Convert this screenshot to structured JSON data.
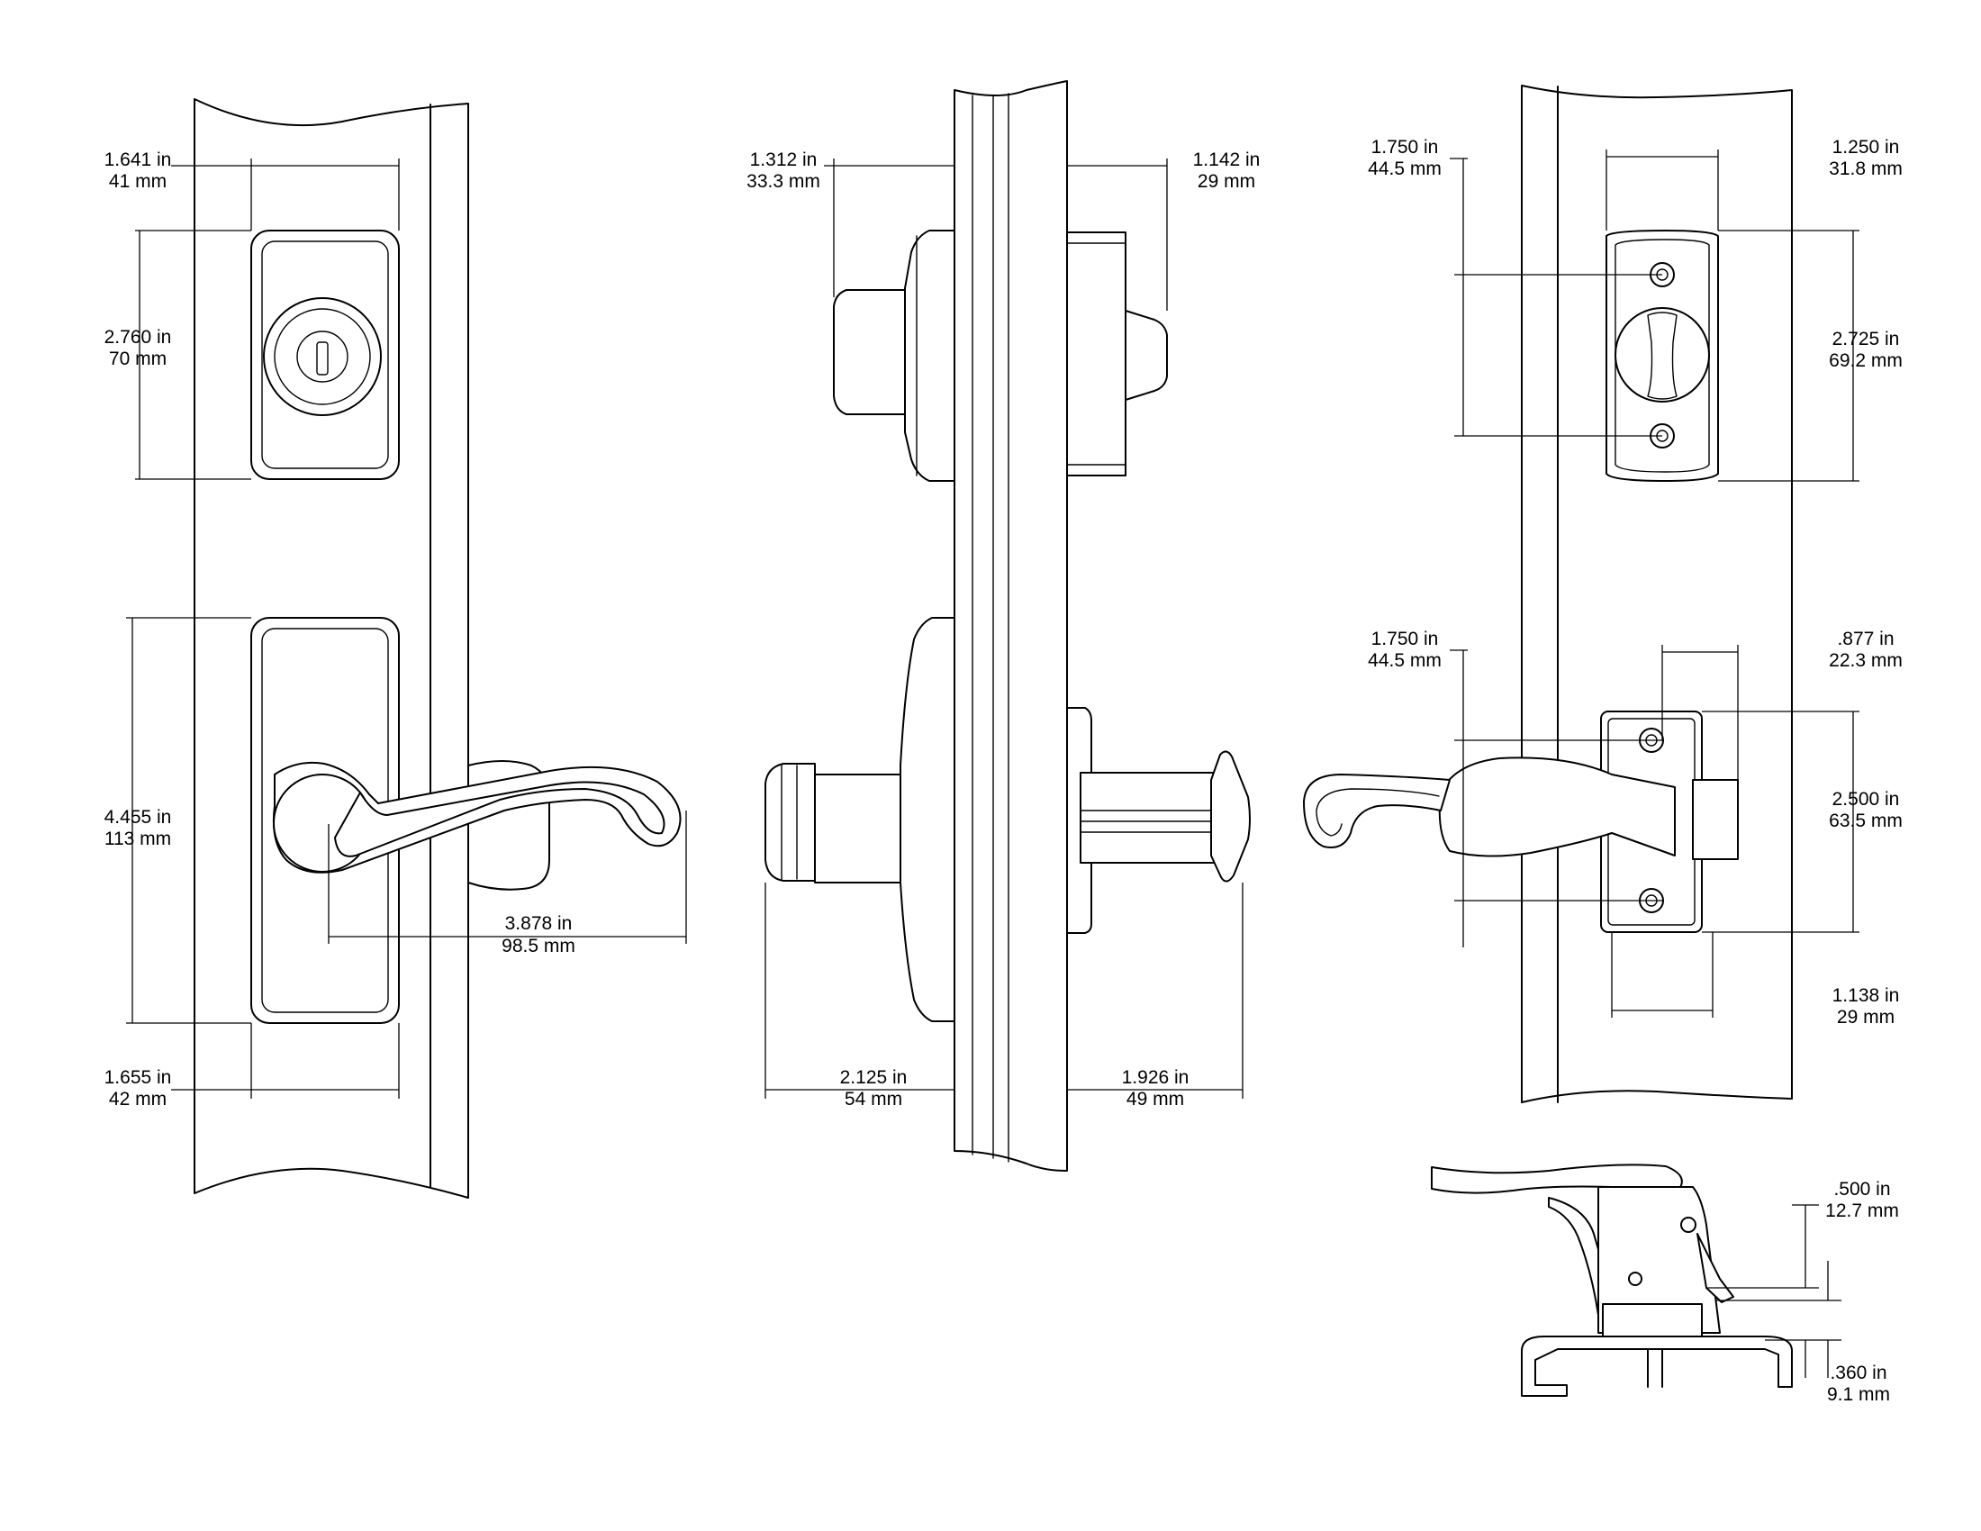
{
  "colors": {
    "line": "#000000",
    "background": "#ffffff"
  },
  "dimensions": {
    "front_plate_width_top": {
      "in": "1.641 in",
      "mm": "41 mm"
    },
    "front_plate_height_top": {
      "in": "2.760 in",
      "mm": "70 mm"
    },
    "front_plate_height_bottom": {
      "in": "4.455 in",
      "mm": "113 mm"
    },
    "front_lever_length": {
      "in": "3.878 in",
      "mm": "98.5 mm"
    },
    "front_plate_width_bottom": {
      "in": "1.655 in",
      "mm": "42 mm"
    },
    "side_exterior_deadbolt": {
      "in": "1.312 in",
      "mm": "33.3 mm"
    },
    "side_interior_deadbolt": {
      "in": "1.142 in",
      "mm": "29 mm"
    },
    "side_exterior_handle": {
      "in": "2.125 in",
      "mm": "54 mm"
    },
    "side_interior_handle": {
      "in": "1.926 in",
      "mm": "49 mm"
    },
    "back_screw_spacing_top": {
      "in": "1.750 in",
      "mm": "44.5 mm"
    },
    "back_plate_width_top": {
      "in": "1.250 in",
      "mm": "31.8 mm"
    },
    "back_plate_height_top": {
      "in": "2.725 in",
      "mm": "69.2 mm"
    },
    "back_screw_spacing_bottom": {
      "in": "1.750 in",
      "mm": "44.5 mm"
    },
    "back_latch_offset": {
      "in": ".877 in",
      "mm": "22.3 mm"
    },
    "back_plate_height_bottom": {
      "in": "2.500 in",
      "mm": "63.5 mm"
    },
    "back_plate_width_bottom": {
      "in": "1.138 in",
      "mm": "29 mm"
    },
    "detail_upper_gap": {
      "in": ".500 in",
      "mm": "12.7 mm"
    },
    "detail_lower_gap": {
      "in": ".360 in",
      "mm": "9.1 mm"
    }
  }
}
